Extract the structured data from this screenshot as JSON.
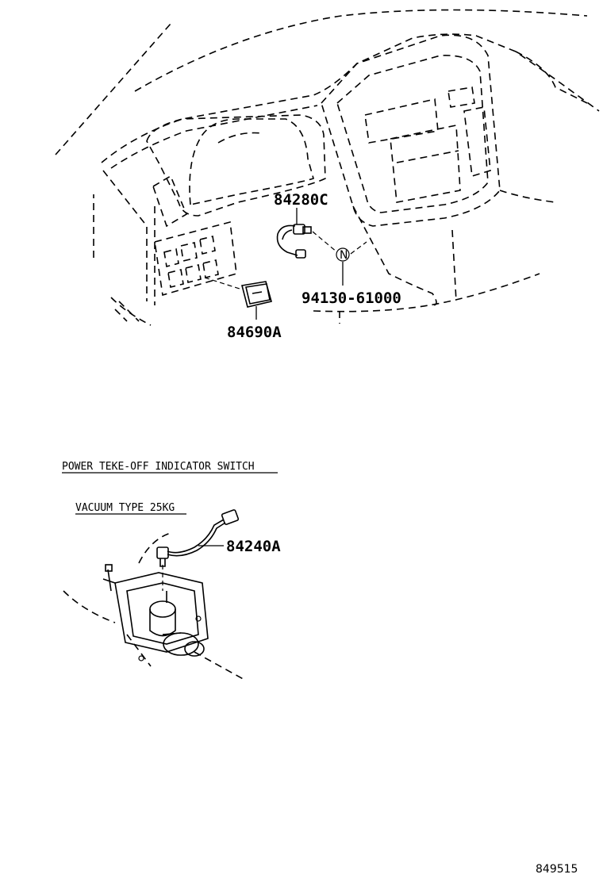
{
  "parts": {
    "p84280c": "84280C",
    "p94130": "94130-61000",
    "p84690a": "84690A",
    "p84240a": "84240A"
  },
  "sections": {
    "pto_title": "POWER TEKE-OFF INDICATOR SWITCH",
    "vacuum_title": "VACUUM TYPE 25KG"
  },
  "fastener_symbol": "N",
  "diagram_code": "849515"
}
